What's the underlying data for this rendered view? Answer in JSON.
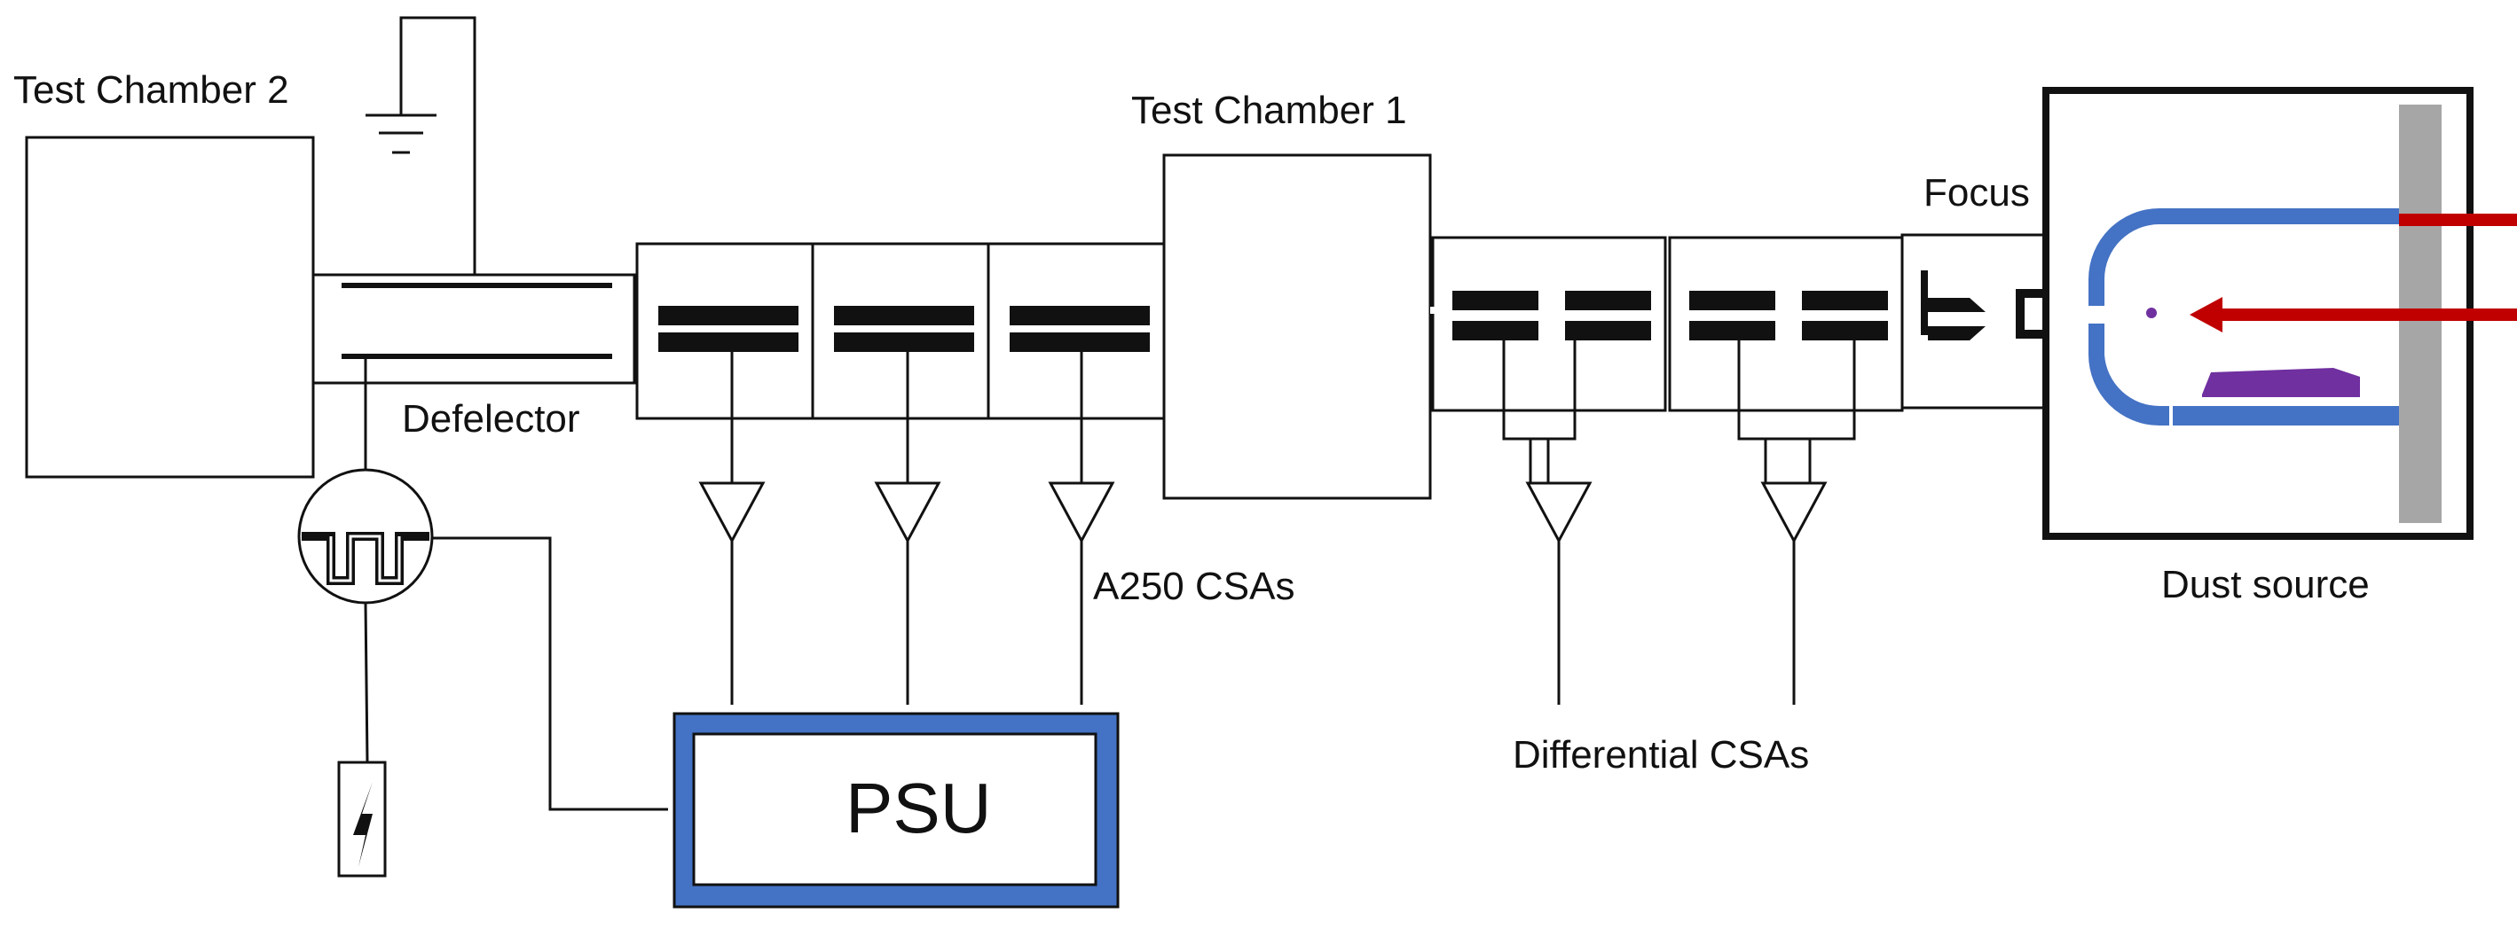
{
  "labels": {
    "test_chamber_2": "Test Chamber 2",
    "defelector": "Defelector",
    "test_chamber_1": "Test Chamber 1",
    "focus": "Focus",
    "dust_source": "Dust source",
    "a250_csas": "A250 CSAs",
    "differential_csas": "Differential CSAs",
    "psu": "PSU"
  },
  "colors": {
    "line": "#111111",
    "psu_frame": "#4472c4",
    "electrode": "#4472c4",
    "dust": "#7030a0",
    "laser": "#c00000",
    "backplate": "#a6a6a6"
  },
  "icons": [
    "ground-icon",
    "pulse-generator-icon",
    "high-voltage-icon",
    "amplifier-icon",
    "laser-arrow-icon"
  ]
}
